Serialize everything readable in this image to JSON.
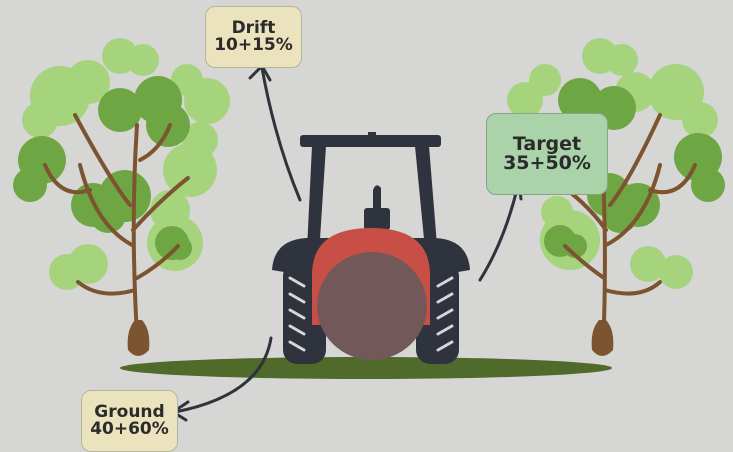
{
  "labels": {
    "drift": {
      "title": "Drift",
      "range": "10+15%"
    },
    "target": {
      "title": "Target",
      "range": "35+50%"
    },
    "ground": {
      "title": "Ground",
      "range": "40+60%"
    }
  },
  "colors": {
    "background": "#d6d6d5",
    "tractor_body": "#2f333d",
    "tank_red": "#c84f45",
    "tank_brown": "#725858",
    "grass": "#4f6a2a",
    "trunk": "#7c5530",
    "leaf_light": "#a6d47d",
    "leaf_dark": "#6fa644",
    "label_cream": "#ebe3bd",
    "label_green": "#aad3aa"
  },
  "icons": [
    "tree-left-icon",
    "tree-right-icon",
    "tractor-icon",
    "ground-patch-icon"
  ]
}
